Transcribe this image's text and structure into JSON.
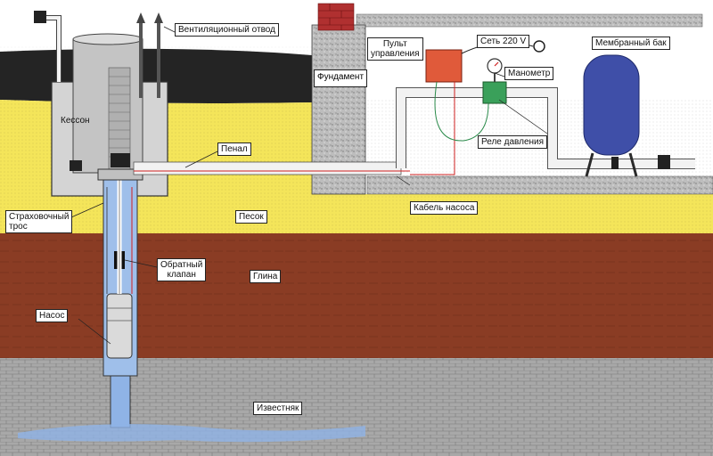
{
  "labels": {
    "ventilation": "Вентиляционный отвод",
    "foundation": "Фундамент",
    "control_panel": "Пульт\nуправления",
    "mains": "Сеть 220 V",
    "membrane_tank": "Мембранный бак",
    "manometer": "Манометр",
    "caisson": "Кессон",
    "pressure_relay": "Реле давления",
    "sleeve": "Пенал",
    "safety_rope": "Страховочный\nтрос",
    "sand": "Песок",
    "pump_cable": "Кабель насоса",
    "check_valve": "Обратный\nклапан",
    "clay": "Глина",
    "pump": "Насос",
    "limestone": "Известняк"
  },
  "colors": {
    "sky": "#ffffff",
    "topsoil": "#222222",
    "sand": "#f4e55a",
    "clay": "#8a3c24",
    "limestone": "#a9a9a9",
    "concrete": "#b7b7b7",
    "water": "#8fb3e6",
    "tank": "#3f4fa8",
    "control_panel": "#e05a3a",
    "pressure_relay": "#3aa05a",
    "pipe": "#f2f2f2",
    "cable_red": "#d02020",
    "cable_green": "#2a8a4a",
    "brick": "#b03030"
  }
}
